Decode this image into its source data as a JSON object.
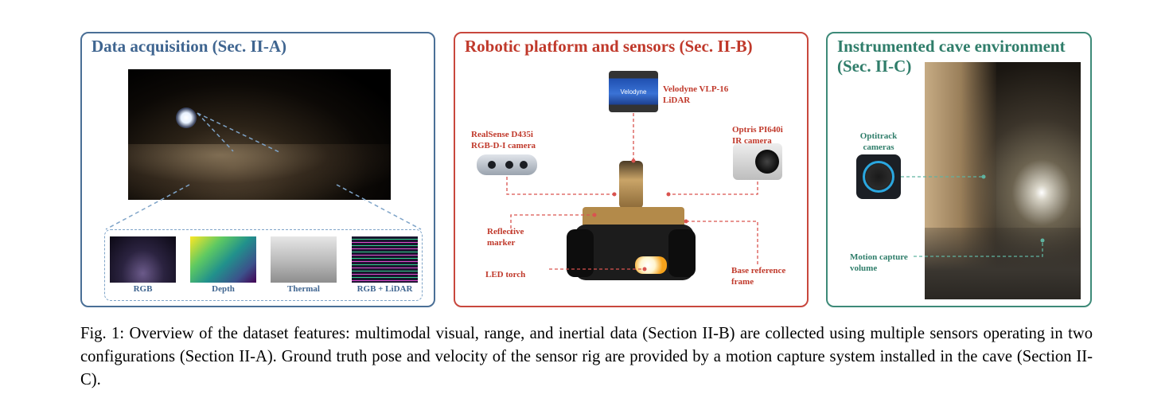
{
  "panels": {
    "acquisition": {
      "title": "Data acquisition (Sec. II-A)",
      "modalities": [
        "RGB",
        "Depth",
        "Thermal",
        "RGB + LiDAR"
      ]
    },
    "platform": {
      "title": "Robotic platform and sensors (Sec. II-B)",
      "labels": {
        "velodyne": [
          "Velodyne VLP-16",
          "LiDAR"
        ],
        "realsense": [
          "RealSense D435i",
          "RGB-D-I camera"
        ],
        "optris": [
          "Optris PI640i",
          "IR camera"
        ],
        "reflective": [
          "Reflective",
          "marker"
        ],
        "led": "LED torch",
        "base": [
          "Base reference",
          "frame"
        ],
        "velodyne_brand": "Velodyne"
      }
    },
    "environment": {
      "title": "Instrumented cave environment (Sec. II-C)",
      "labels": {
        "optitrack": [
          "Optitrack",
          "cameras"
        ],
        "motion": [
          "Motion capture",
          "volume"
        ]
      }
    }
  },
  "caption": "Fig. 1: Overview of the dataset features: multimodal visual, range, and inertial data (Section II-B) are collected using multiple sensors operating in two configurations (Section II-A). Ground truth pose and velocity of the sensor rig are provided by a motion capture system installed in the cave (Section II-C)."
}
